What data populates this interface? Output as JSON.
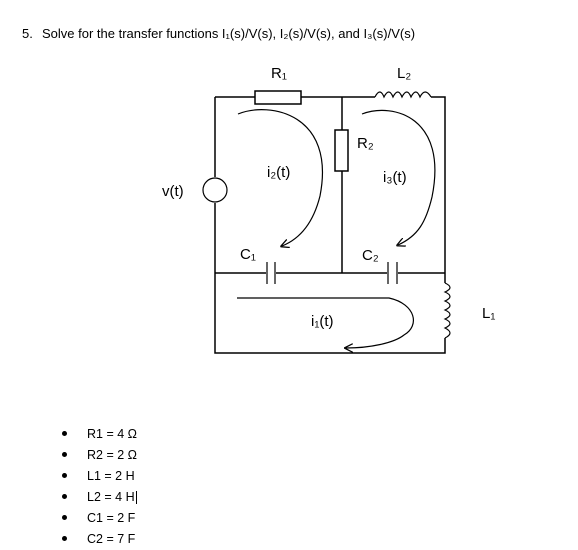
{
  "question": {
    "number": "5.",
    "text": "Solve for the transfer functions I₁(s)/V(s), I₂(s)/V(s), and I₃(s)/V(s)"
  },
  "circuit": {
    "source_label": "v(t)",
    "R1": "R₁",
    "R2": "R₂",
    "L1": "L₁",
    "L2": "L₂",
    "C1": "C₁",
    "C2": "C₂",
    "loop_i1": "i₁(t)",
    "loop_i2": "i₂(t)",
    "loop_i3": "i₃(t)"
  },
  "parameters": [
    "R1 = 4 Ω",
    "R2 = 2 Ω",
    "L1 = 2 H",
    "L2 = 4 H",
    "C1 = 2 F",
    "C2 = 7 F"
  ]
}
